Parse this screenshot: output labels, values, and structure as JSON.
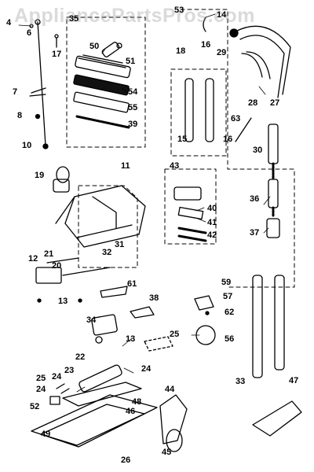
{
  "watermark": "AppliancePartsPros.com",
  "colors": {
    "ink": "#000000",
    "paper": "#ffffff",
    "watermark": "#969696"
  },
  "callouts": [
    {
      "id": "c4",
      "label": "4"
    },
    {
      "id": "c6",
      "label": "6"
    },
    {
      "id": "c17",
      "label": "17"
    },
    {
      "id": "c7",
      "label": "7"
    },
    {
      "id": "c8",
      "label": "8"
    },
    {
      "id": "c10",
      "label": "10"
    },
    {
      "id": "c35",
      "label": "35"
    },
    {
      "id": "c50",
      "label": "50"
    },
    {
      "id": "c51",
      "label": "51"
    },
    {
      "id": "c54",
      "label": "54"
    },
    {
      "id": "c55",
      "label": "55"
    },
    {
      "id": "c39",
      "label": "39"
    },
    {
      "id": "c53",
      "label": "53"
    },
    {
      "id": "c14",
      "label": "14"
    },
    {
      "id": "c16a",
      "label": "16"
    },
    {
      "id": "c29",
      "label": "29"
    },
    {
      "id": "c28",
      "label": "28"
    },
    {
      "id": "c27",
      "label": "27"
    },
    {
      "id": "c18",
      "label": "18"
    },
    {
      "id": "c15",
      "label": "15"
    },
    {
      "id": "c16b",
      "label": "16"
    },
    {
      "id": "c63",
      "label": "63"
    },
    {
      "id": "c30",
      "label": "30"
    },
    {
      "id": "c19",
      "label": "19"
    },
    {
      "id": "c11",
      "label": "11"
    },
    {
      "id": "c43",
      "label": "43"
    },
    {
      "id": "c40",
      "label": "40"
    },
    {
      "id": "c41",
      "label": "41"
    },
    {
      "id": "c42",
      "label": "42"
    },
    {
      "id": "c36",
      "label": "36"
    },
    {
      "id": "c37",
      "label": "37"
    },
    {
      "id": "c32",
      "label": "32"
    },
    {
      "id": "c31",
      "label": "31"
    },
    {
      "id": "c12",
      "label": "12"
    },
    {
      "id": "c21",
      "label": "21"
    },
    {
      "id": "c20",
      "label": "20"
    },
    {
      "id": "c13a",
      "label": "13"
    },
    {
      "id": "c61",
      "label": "61"
    },
    {
      "id": "c38",
      "label": "38"
    },
    {
      "id": "c59",
      "label": "59"
    },
    {
      "id": "c57",
      "label": "57"
    },
    {
      "id": "c62",
      "label": "62"
    },
    {
      "id": "c34",
      "label": "34"
    },
    {
      "id": "c13b",
      "label": "13"
    },
    {
      "id": "c25a",
      "label": "25"
    },
    {
      "id": "c56",
      "label": "56"
    },
    {
      "id": "c22",
      "label": "22"
    },
    {
      "id": "c24a",
      "label": "24"
    },
    {
      "id": "c23",
      "label": "23"
    },
    {
      "id": "c24b",
      "label": "24"
    },
    {
      "id": "c25b",
      "label": "25"
    },
    {
      "id": "c24c",
      "label": "24"
    },
    {
      "id": "c52",
      "label": "52"
    },
    {
      "id": "c48",
      "label": "48"
    },
    {
      "id": "c46",
      "label": "46"
    },
    {
      "id": "c49",
      "label": "49"
    },
    {
      "id": "c26",
      "label": "26"
    },
    {
      "id": "c44",
      "label": "44"
    },
    {
      "id": "c45",
      "label": "45"
    },
    {
      "id": "c33",
      "label": "33"
    },
    {
      "id": "c47",
      "label": "47"
    }
  ]
}
